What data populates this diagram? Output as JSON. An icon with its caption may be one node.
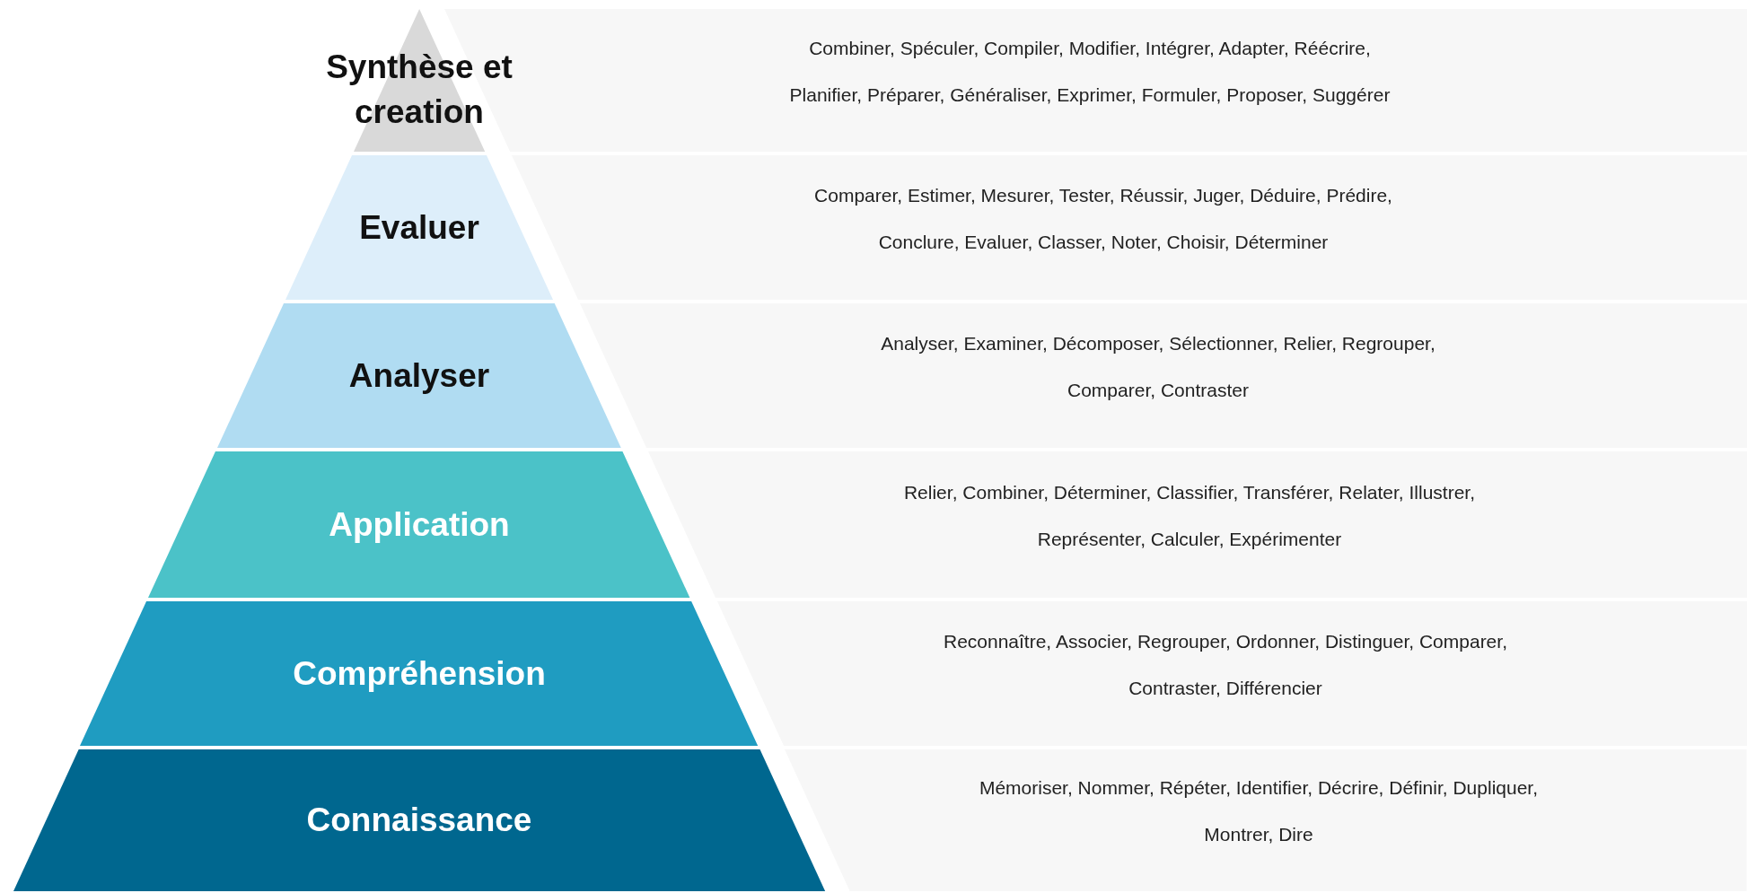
{
  "diagram": {
    "nodes": [
      {
        "text": [
          "Synthèse et creation"
        ]
      },
      {
        "text": [
          "Evaluer"
        ]
      },
      {
        "text": [
          "Analyser"
        ]
      },
      {
        "text": [
          "Application"
        ]
      },
      {
        "text": [
          "Compréhension"
        ]
      },
      {
        "text": [
          "Connaissance"
        ]
      },
      {
        "text": [
          "Combiner, Spéculer, Compiler, Modifier, Intégrer, Adapter, Réécrire, Planifier, Préparer, Généraliser, Exprimer, Formuler, Proposer, Suggérer"
        ]
      },
      {
        "text": [
          "Comparer, Estimer, Mesurer, Tester, Réussir, Juger, Déduire, Prédire, Conclure, Evaluer, Classer, Noter, Choisir, Déterminer"
        ]
      },
      {
        "text": [
          "Analyser, Examiner, Décomposer, Sélectionner, Relier, Regrouper, Comparer, Contraster"
        ]
      },
      {
        "text": [
          "Relier, Combiner, Déterminer, Classifier, Transférer, Relater, Illustrer, Représenter, Calculer, Expérimenter"
        ]
      },
      {
        "text": [
          "Reconnaître, Associer, Regrouper, Ordonner, Distinguer, Comparer, Contraster, Différencier"
        ]
      },
      {
        "text": [
          "Mémoriser, Nommer, Répéter, Identifier, Décrire, Définir, Dupliquer, Montrer, Dire"
        ]
      }
    ],
    "edges": []
  }
}
